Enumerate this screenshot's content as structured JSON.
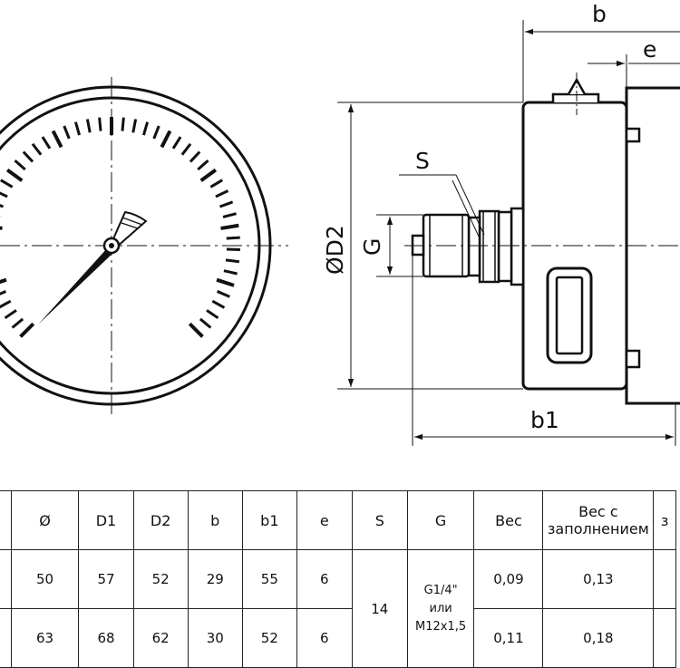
{
  "drawing": {
    "dim_labels": {
      "b": "b",
      "e": "e",
      "s": "S",
      "g": "G",
      "d2": "ØD2",
      "b1": "b1"
    }
  },
  "table": {
    "headers": {
      "diam": "Ø",
      "d1": "D1",
      "d2": "D2",
      "b": "b",
      "b1": "b1",
      "e": "e",
      "s": "S",
      "g": "G",
      "weight": "Вес",
      "weight_filled_1": "Вес с",
      "weight_filled_2": "заполнением",
      "cut": "з"
    },
    "rows": [
      {
        "diam": "50",
        "d1": "57",
        "d2": "52",
        "b": "29",
        "b1": "55",
        "e": "6",
        "weight": "0,09",
        "weight_filled": "0,13"
      },
      {
        "diam": "63",
        "d1": "68",
        "d2": "62",
        "b": "30",
        "b1": "52",
        "e": "6",
        "weight": "0,11",
        "weight_filled": "0,18"
      }
    ],
    "merged": {
      "s": "14",
      "g_line1": "G1/4\"",
      "g_line2": "или",
      "g_line3": "M12x1,5"
    }
  }
}
